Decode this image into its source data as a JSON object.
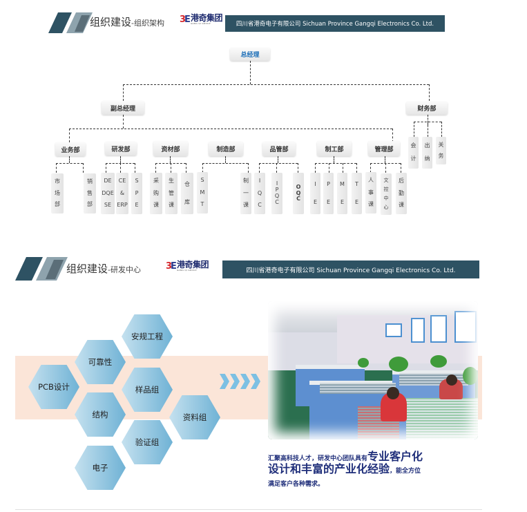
{
  "header_org": {
    "title": "组织建设",
    "subtitle": "-组织架构",
    "logo": {
      "mark": "3E",
      "name_cn": "港奇集团",
      "name_en": "GANG QI GROUP"
    },
    "company": "四川省港奇电子有限公司  Sichuan Province Gangqi Electronics Co. Ltd."
  },
  "org_chart": {
    "root": "总经理",
    "level1": [
      "副总经理",
      "财务部"
    ],
    "departments": [
      {
        "name": "业务部",
        "units": [
          [
            "市",
            "场",
            "部"
          ],
          [
            "销",
            "售",
            "部"
          ]
        ]
      },
      {
        "name": "研发部",
        "units": [
          [
            "DE",
            "DQE",
            "SE"
          ],
          [
            "CE",
            "&",
            "ERP"
          ],
          [
            "S",
            "P",
            "E"
          ]
        ]
      },
      {
        "name": "资材部",
        "units": [
          [
            "采",
            "购",
            "课"
          ],
          [
            "生",
            "管",
            "课"
          ],
          [
            "仓",
            "库"
          ]
        ]
      },
      {
        "name": "制造部",
        "units": [
          [
            "S",
            "M",
            "T"
          ],
          [
            "制",
            "一",
            "课"
          ]
        ]
      },
      {
        "name": "品管部",
        "units": [
          [
            "I",
            "Q",
            "C"
          ],
          [
            "I",
            "P",
            "Q",
            "C"
          ],
          [
            "O",
            "Q",
            "C"
          ]
        ]
      },
      {
        "name": "制工部",
        "units": [
          [
            "I",
            "E"
          ],
          [
            "P",
            "E"
          ],
          [
            "M",
            "E"
          ],
          [
            "T",
            "E"
          ]
        ]
      },
      {
        "name": "管理部",
        "units": [
          [
            "人",
            "事",
            "课"
          ],
          [
            "文",
            "控",
            "中",
            "心"
          ],
          [
            "后",
            "勤",
            "课"
          ]
        ]
      }
    ],
    "finance_units": [
      [
        "会",
        "计"
      ],
      [
        "出",
        "纳"
      ],
      [
        "关",
        "务"
      ]
    ]
  },
  "header_rd": {
    "title": "组织建设",
    "subtitle": "-研发中心",
    "logo": {
      "mark": "3E",
      "name_cn": "港奇集团",
      "name_en": "GANG QI GROUP"
    },
    "company": "四川省港奇电子有限公司  Sichuan Province Gangqi Electronics Co. Ltd."
  },
  "rd_center": {
    "hexagons": [
      "安规工程",
      "可靠性",
      "PCB设计",
      "样品组",
      "结构",
      "资料组",
      "验证组",
      "电子"
    ],
    "tagline": {
      "part1": "汇聚高科技人才，研发中心团队具有",
      "highlight1": "专业客户化",
      "highlight2": "设计和丰富的产业化经验",
      "part2": "，能全方位",
      "part3": "满足客户各种需求。"
    }
  },
  "colors": {
    "banner_bg": "#2e5263",
    "hex_light": "#c5e1ef",
    "hex_dark": "#6fb2d5",
    "band": "#fbe5d8",
    "tagline": "#1f2e7a",
    "root_text": "#1d6fb8"
  }
}
